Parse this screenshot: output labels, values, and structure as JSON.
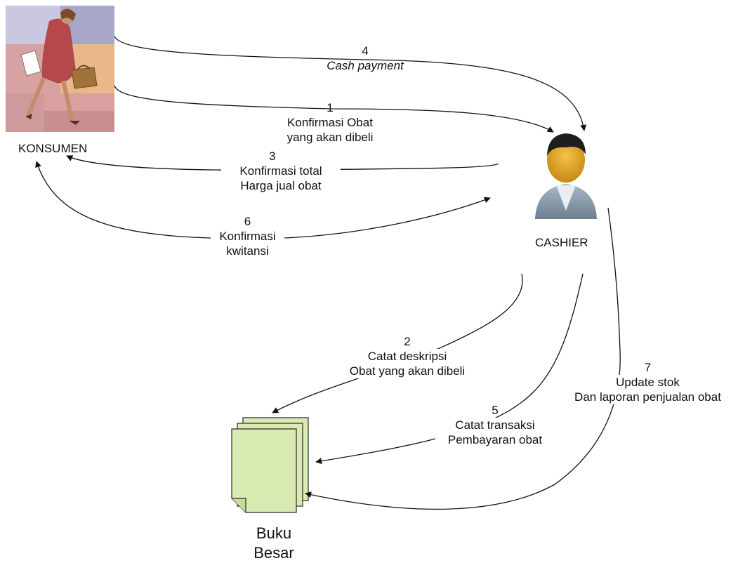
{
  "actors": {
    "konsumen": "KONSUMEN",
    "cashier": "CASHIER",
    "buku_besar": [
      "Buku",
      "Besar"
    ]
  },
  "flows": [
    {
      "num": "4",
      "lines": [
        "Cash payment"
      ]
    },
    {
      "num": "1",
      "lines": [
        "Konfirmasi Obat",
        "yang akan dibeli"
      ]
    },
    {
      "num": "3",
      "lines": [
        "Konfirmasi total",
        "Harga jual obat"
      ]
    },
    {
      "num": "6",
      "lines": [
        "Konfirmasi",
        "kwitansi"
      ]
    },
    {
      "num": "2",
      "lines": [
        "Catat deskripsi",
        "Obat yang akan dibeli"
      ]
    },
    {
      "num": "5",
      "lines": [
        "Catat transaksi",
        "Pembayaran obat"
      ]
    },
    {
      "num": "7",
      "lines": [
        "Update stok",
        "Dan laporan penjualan obat"
      ]
    }
  ],
  "colors": {
    "line": "#111111",
    "document_fill": "#d9eab3",
    "document_stroke": "#2a2a2a",
    "clipart_bg_purple": "#b9b7d6",
    "clipart_bg_pink": "#d9a0a0",
    "clipart_bg_peach": "#e8b487"
  },
  "icons": [
    "shopper-woman-clipart",
    "cashier-person-icon",
    "document-stack-icon"
  ]
}
